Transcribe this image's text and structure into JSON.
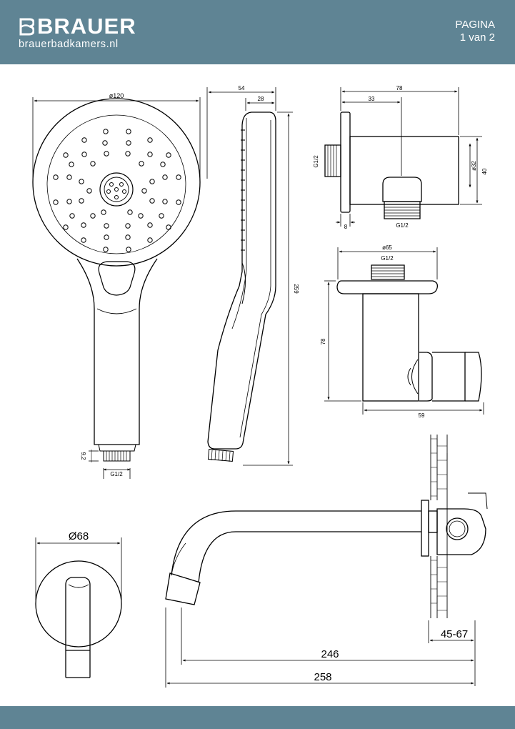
{
  "header": {
    "brand": "BRAUER",
    "website": "brauerbadkamers.nl",
    "page_label": "PAGINA",
    "page_number": "1 van 2",
    "color": "#5f8494"
  },
  "dimensions": {
    "handshower_diameter": "ø120",
    "handshower_depth_total": "54",
    "handshower_depth_head": "28",
    "handshower_length": "259",
    "handshower_thread_height": "9,2",
    "handshower_thread": "G1/2",
    "elbow_width": "78",
    "elbow_offset": "33",
    "elbow_inlet_thread": "G1/2",
    "elbow_diameter": "ø32",
    "elbow_height": "40",
    "elbow_flange": "8",
    "elbow_outlet_thread": "G1/2",
    "holder_rosette_diameter": "ø65",
    "holder_thread": "G1/2",
    "holder_height": "78",
    "holder_depth": "59",
    "spout_rosette_diameter": "Ø68",
    "wall_thickness": "45-67",
    "spout_projection": "246",
    "spout_total_length": "258"
  }
}
